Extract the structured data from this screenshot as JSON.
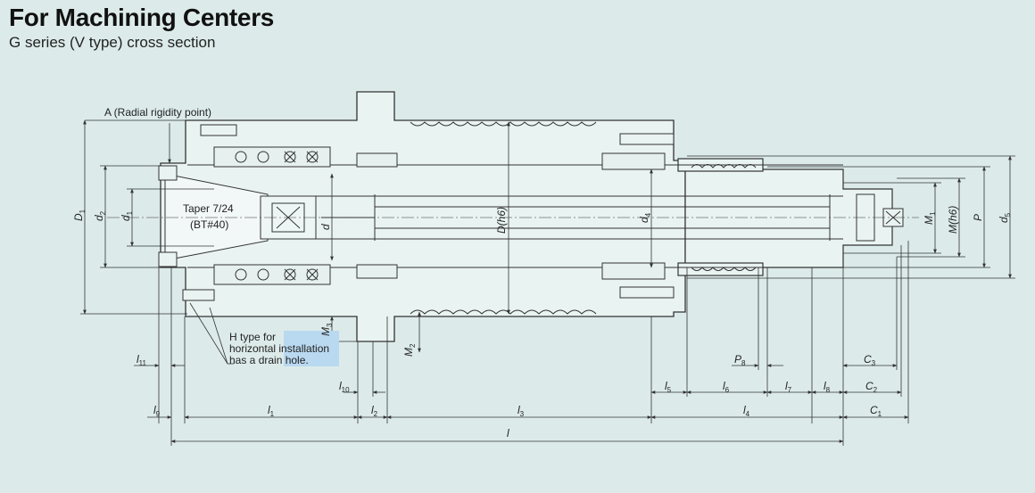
{
  "header": {
    "title": "For Machining Centers",
    "subtitle": "G series (V type) cross section"
  },
  "annotations": {
    "radial_point": "A (Radial rigidity point)",
    "taper_line1": "Taper 7/24",
    "taper_line2": "(BT#40)",
    "drain_line1": "H type for",
    "drain_line2": "horizontal installation",
    "drain_line3": "has a drain hole."
  },
  "dimension_labels": {
    "D1": "D",
    "D1_sub": "1",
    "d2": "d",
    "d2_sub": "2",
    "d1": "d",
    "d1_sub": "1",
    "d": "d",
    "D_h6": "D(h6)",
    "d4": "d",
    "d4_sub": "4",
    "M1": "M",
    "M1_sub": "1",
    "M_h6": "M(h6)",
    "P": "P",
    "d5": "d",
    "d5_sub": "5",
    "M3": "M",
    "M3_sub": "3",
    "M2": "M",
    "M2_sub": "2",
    "l11": "l",
    "l11_sub": "11",
    "l10": "l",
    "l10_sub": "10",
    "l9": "l",
    "l9_sub": "9",
    "l1": "l",
    "l1_sub": "1",
    "l2": "l",
    "l2_sub": "2",
    "l3": "l",
    "l3_sub": "3",
    "l4": "l",
    "l4_sub": "4",
    "l5": "l",
    "l5_sub": "5",
    "l6": "l",
    "l6_sub": "6",
    "l7": "l",
    "l7_sub": "7",
    "l8": "l",
    "l8_sub": "8",
    "P8": "P",
    "P8_sub": "8",
    "C1": "C",
    "C1_sub": "1",
    "C2": "C",
    "C2_sub": "2",
    "C3": "C",
    "C3_sub": "3",
    "l": "l"
  },
  "colors": {
    "background": "#dcebea",
    "body_fill": "#e9f3f2",
    "line": "#333333",
    "highlight": "#b9d9f0"
  }
}
